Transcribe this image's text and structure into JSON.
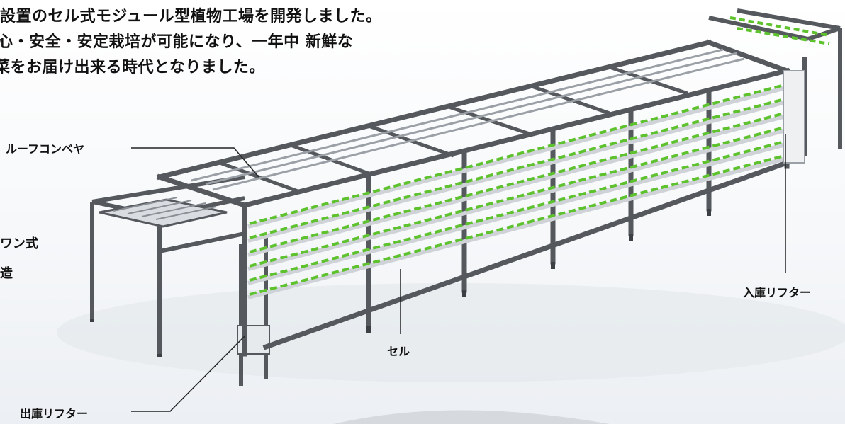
{
  "intro": {
    "lines": [
      "設置のセル式モジュール型植物工場を開発しました。",
      "心・安全・安定栽培が可能になり、一年中 新鮮な",
      "菜をお届け出来る時代となりました。"
    ]
  },
  "labels": {
    "roof_conveyor": "ルーフコンベヤ",
    "one_way": "ワン式",
    "structure": "造",
    "inbound_lifter": "入庫リフター",
    "cell": "セル",
    "outbound_lifter": "出庫リフター"
  },
  "colors": {
    "frame": "#55595e",
    "frame_dark": "#3c4045",
    "plant_green": "#5ec22e",
    "tray": "#cfd3d8"
  }
}
